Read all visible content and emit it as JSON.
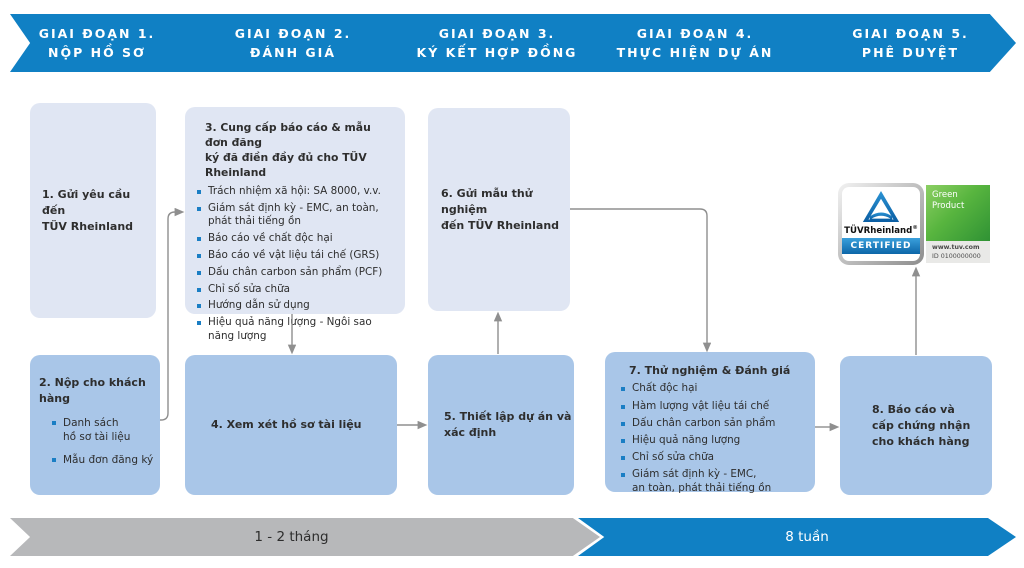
{
  "colors": {
    "banner_blue": "#1080c4",
    "box_light": "#e0e6f3",
    "box_dark": "#a9c6e8",
    "bullet_blue": "#1a7ec4",
    "connector_gray": "#8f8f8f",
    "ribbon_gray": "#b7b8ba",
    "green": "#58b53f"
  },
  "phases": [
    {
      "line1": "GIAI ĐOẠN 1.",
      "line2": "NỘP HỒ SƠ"
    },
    {
      "line1": "GIAI ĐOẠN 2.",
      "line2": "ĐÁNH GIÁ"
    },
    {
      "line1": "GIAI ĐOẠN 3.",
      "line2": "KÝ KẾT HỢP ĐỒNG"
    },
    {
      "line1": "GIAI ĐOẠN 4.",
      "line2": "THỰC HIỆN DỰ ÁN"
    },
    {
      "line1": "GIAI ĐOẠN 5.",
      "line2": "PHÊ DUYỆT"
    }
  ],
  "boxes": {
    "box1": {
      "title": "1. Gửi yêu cầu đến\nTÜV Rheinland"
    },
    "box2": {
      "title": "2. Nộp cho khách hàng",
      "bullets": [
        "Danh sách\nhồ sơ tài liệu",
        "Mẫu đơn đăng ký"
      ]
    },
    "box3": {
      "title": "3. Cung cấp báo cáo & mẫu đơn đăng\nký đã điền đầy đủ cho TÜV Rheinland",
      "bullets": [
        "Trách nhiệm xã hội: SA 8000, v.v.",
        "Giám sát định kỳ - EMC, an toàn,\nphát thải tiếng ồn",
        "Báo cáo về chất độc hại",
        "Báo cáo về vật liệu tái chế (GRS)",
        "Dấu chân carbon sản phẩm (PCF)",
        "Chỉ số sửa chữa",
        "Hướng dẫn sử dụng",
        "Hiệu quả năng lượng - Ngôi sao\nnăng lượng"
      ]
    },
    "box4": {
      "title": "4. Xem xét hồ sơ tài liệu"
    },
    "box5": {
      "title": "5. Thiết lập dự án và\nxác định"
    },
    "box6": {
      "title": "6. Gửi mẫu thử nghiệm\nđến TÜV Rheinland"
    },
    "box7": {
      "title": "7. Thử nghiệm & Đánh giá",
      "bullets": [
        "Chất độc hại",
        "Hàm lượng vật liệu tái chế",
        "Dấu chân carbon sản phẩm",
        "Hiệu quả năng lượng",
        "Chỉ số sửa chữa",
        "Giám sát định kỳ - EMC,\nan toàn, phát thải tiếng ồn"
      ]
    },
    "box8": {
      "title": "8. Báo cáo và\ncấp chứng nhận\ncho khách hàng"
    }
  },
  "timeline": {
    "left_label": "1 - 2 tháng",
    "right_label": "8 tuần"
  },
  "badge": {
    "brand": "TÜVRheinland",
    "reg": "®",
    "band": "CERTIFIED",
    "green_text": "Green\nProduct",
    "url": "www.tuv.com",
    "cert_id": "ID 0100000000"
  }
}
